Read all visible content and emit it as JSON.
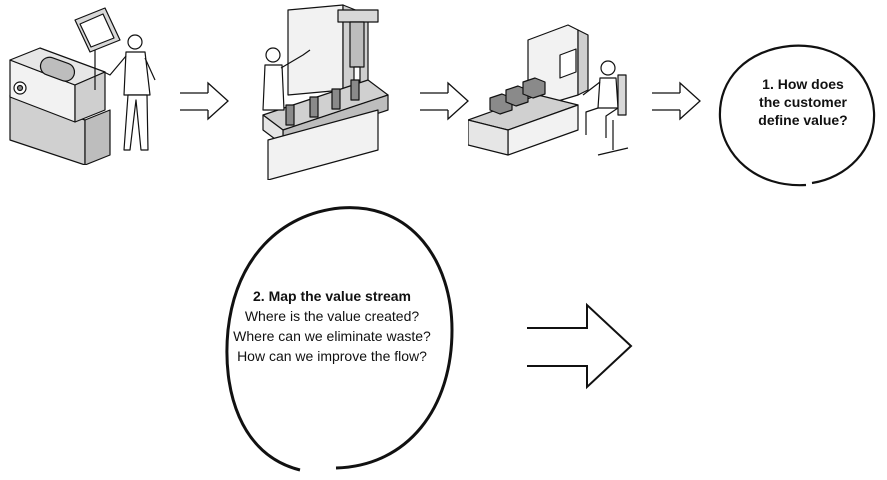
{
  "step1": {
    "lines": [
      "1. How does",
      "the customer",
      "define value?"
    ]
  },
  "step2": {
    "title": "2. Map the value stream",
    "questions": [
      "Where is the value created?",
      "Where can we eliminate waste?",
      "How can we improve the flow?"
    ]
  },
  "illustrations": [
    "machine-operator-illustration",
    "assembly-line-illustration",
    "packaging-workstation-illustration"
  ],
  "colors": {
    "stroke": "#111111",
    "fill_light": "#e6e6e6",
    "fill_mid": "#bdbdbd",
    "fill_dark": "#8a8a8a"
  }
}
